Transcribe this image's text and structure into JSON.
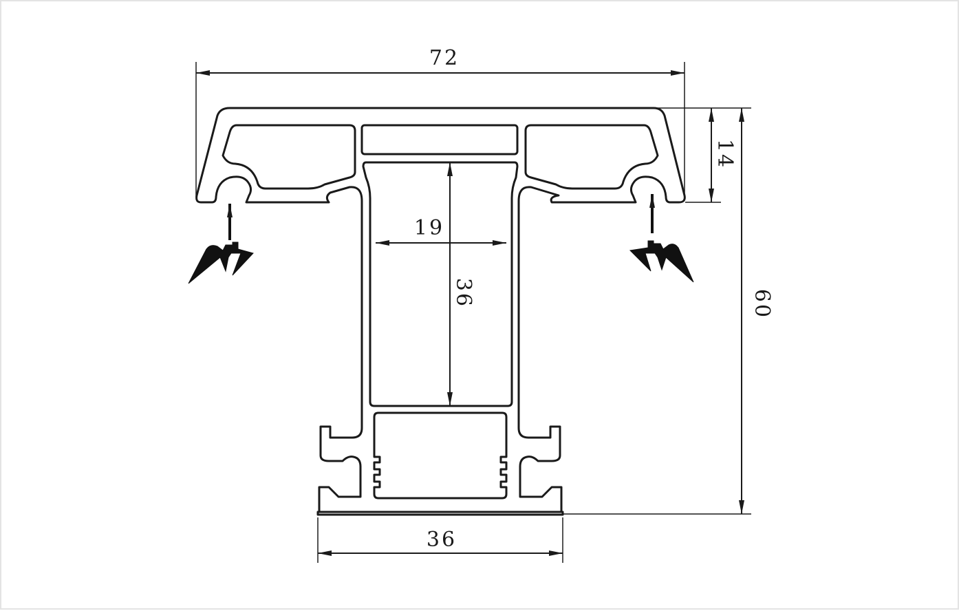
{
  "dimensions": {
    "top_width": "72",
    "flange_height": "14",
    "total_height": "60",
    "inner_width": "19",
    "inner_height": "36",
    "base_width": "36"
  },
  "colors": {
    "line": "#1a1a1a",
    "border": "#e3e3e3",
    "background": "#ffffff"
  }
}
